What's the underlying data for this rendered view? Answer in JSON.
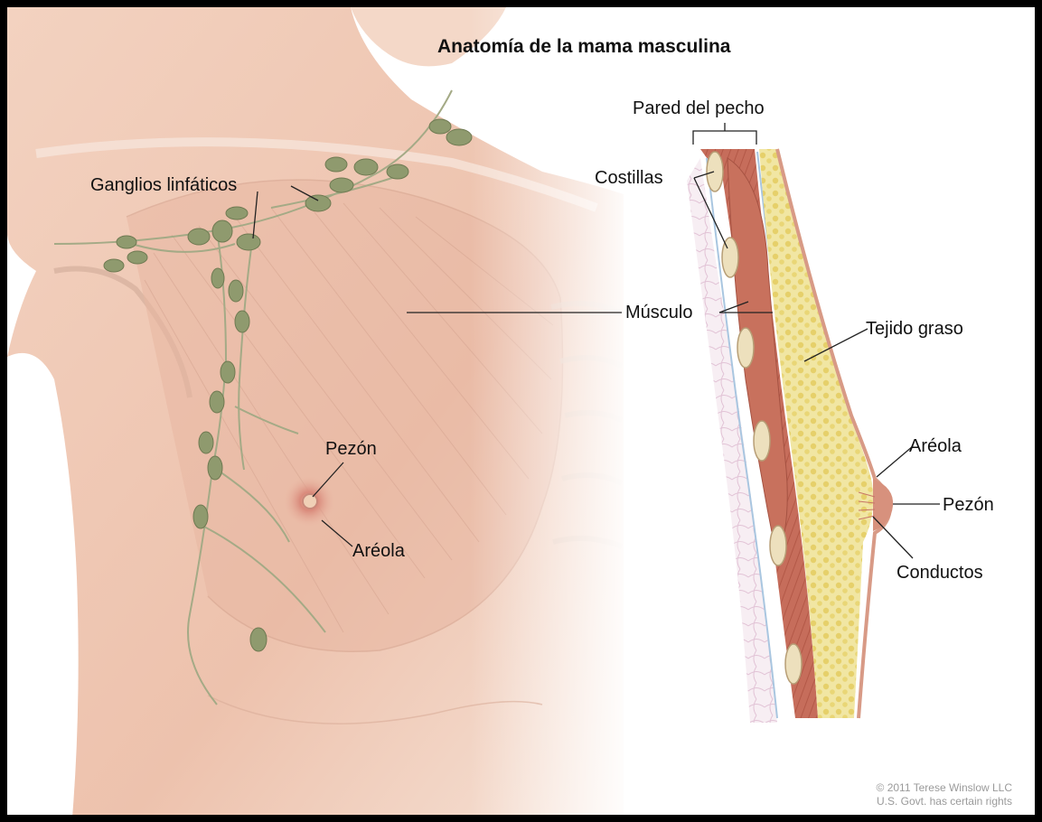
{
  "title": "Anatomía de la mama masculina",
  "labels": {
    "lymph_nodes": "Ganglios linfáticos",
    "chest_wall": "Pared del pecho",
    "ribs": "Costillas",
    "muscle": "Músculo",
    "fatty_tissue": "Tejido graso",
    "nipple_front": "Pezón",
    "areola_front": "Aréola",
    "areola_side": "Aréola",
    "nipple_side": "Pezón",
    "ducts": "Conductos"
  },
  "credit": {
    "line1": "© 2011 Terese Winslow LLC",
    "line2": "U.S. Govt. has certain rights"
  },
  "colors": {
    "border": "#000000",
    "skin": "#efc8b4",
    "skin_shadow": "#dba58f",
    "lymph_node": "#8a9469",
    "muscle": "#c7705e",
    "fat": "#efe49a",
    "rib": "#ede0bd"
  }
}
